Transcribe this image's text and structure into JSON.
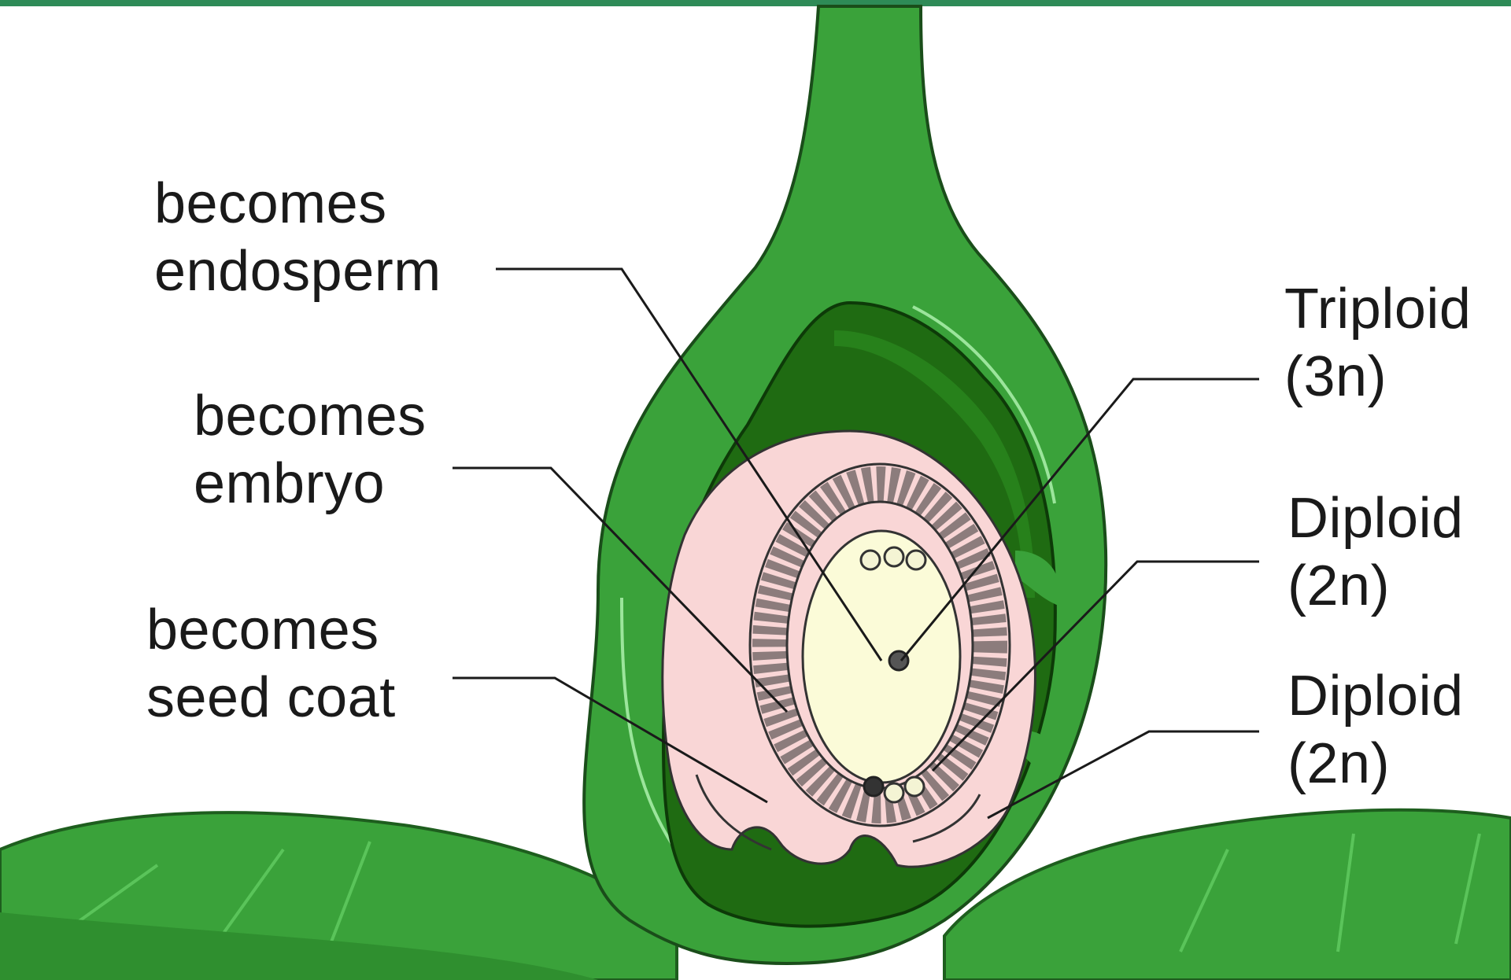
{
  "labels": {
    "endosperm": {
      "line1": "becomes",
      "line2": "endosperm"
    },
    "embryo": {
      "line1": "becomes",
      "line2": "embryo"
    },
    "seed_coat": {
      "line1": "becomes",
      "line2": "seed coat"
    },
    "triploid": {
      "line1": "Triploid",
      "line2": "(3n)"
    },
    "diploid_upper": {
      "line1": "Diploid",
      "line2": "(2n)"
    },
    "diploid_lower": {
      "line1": "Diploid",
      "line2": "(2n)"
    }
  },
  "colors": {
    "top_border": "#2e8b57",
    "ovary_green": "#3aa23a",
    "ovule_dark_green": "#1f6b12",
    "nucellus_pink": "#f9d6d6",
    "central_cell_cream": "#fbfbd8",
    "leader_line": "#1a1a1a"
  }
}
